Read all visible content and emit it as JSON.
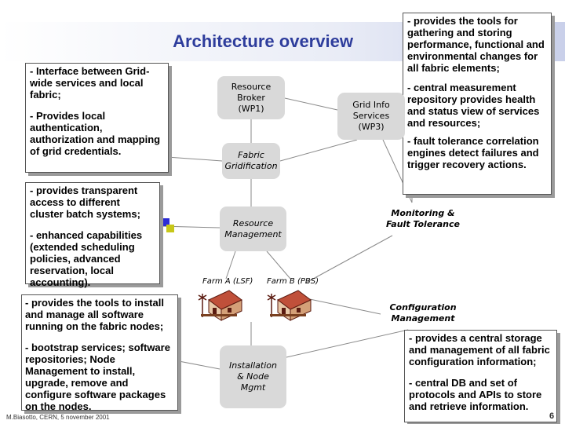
{
  "title": "Architecture overview",
  "nodes": {
    "resource_broker": "Resource Broker (WP1)",
    "grid_info": "Grid Info Services (WP3)",
    "fabric_gridification": "Fabric Gridification",
    "resource_management": "Resource Management",
    "monitoring": "Monitoring & Fault Tolerance",
    "configuration": "Configuration Management",
    "installation": "Installation & Node Mgmt",
    "farm_a": "Farm A (LSF)",
    "farm_b": "Farm B (PBS)"
  },
  "callouts": {
    "gridification": [
      "- Interface between Grid-wide services and local fabric;",
      "- Provides local authentication, authorization and mapping of grid credentials."
    ],
    "resource_mgmt": [
      "- provides transparent access to different cluster batch systems;",
      "- enhanced capabilities (extended scheduling policies, advanced reservation, local accounting)."
    ],
    "installation": [
      "- provides the tools to install and manage all software running on the fabric nodes;",
      "- bootstrap services; software repositories; Node Management to install, upgrade, remove and configure software packages on the nodes."
    ],
    "monitoring": [
      "- provides the tools for gathering and storing performance, functional and environmental changes for all fabric elements;",
      "- central measurement repository provides health and status view of services and resources;",
      "- fault tolerance correlation engines detect failures and trigger recovery actions."
    ],
    "configuration": [
      "- provides a central storage and management of all fabric configuration information;",
      "- central DB and set of protocols and APIs to store and retrieve information."
    ]
  },
  "footer": "M.Biasotto, CERN, 5 november 2001",
  "page_number": "6"
}
